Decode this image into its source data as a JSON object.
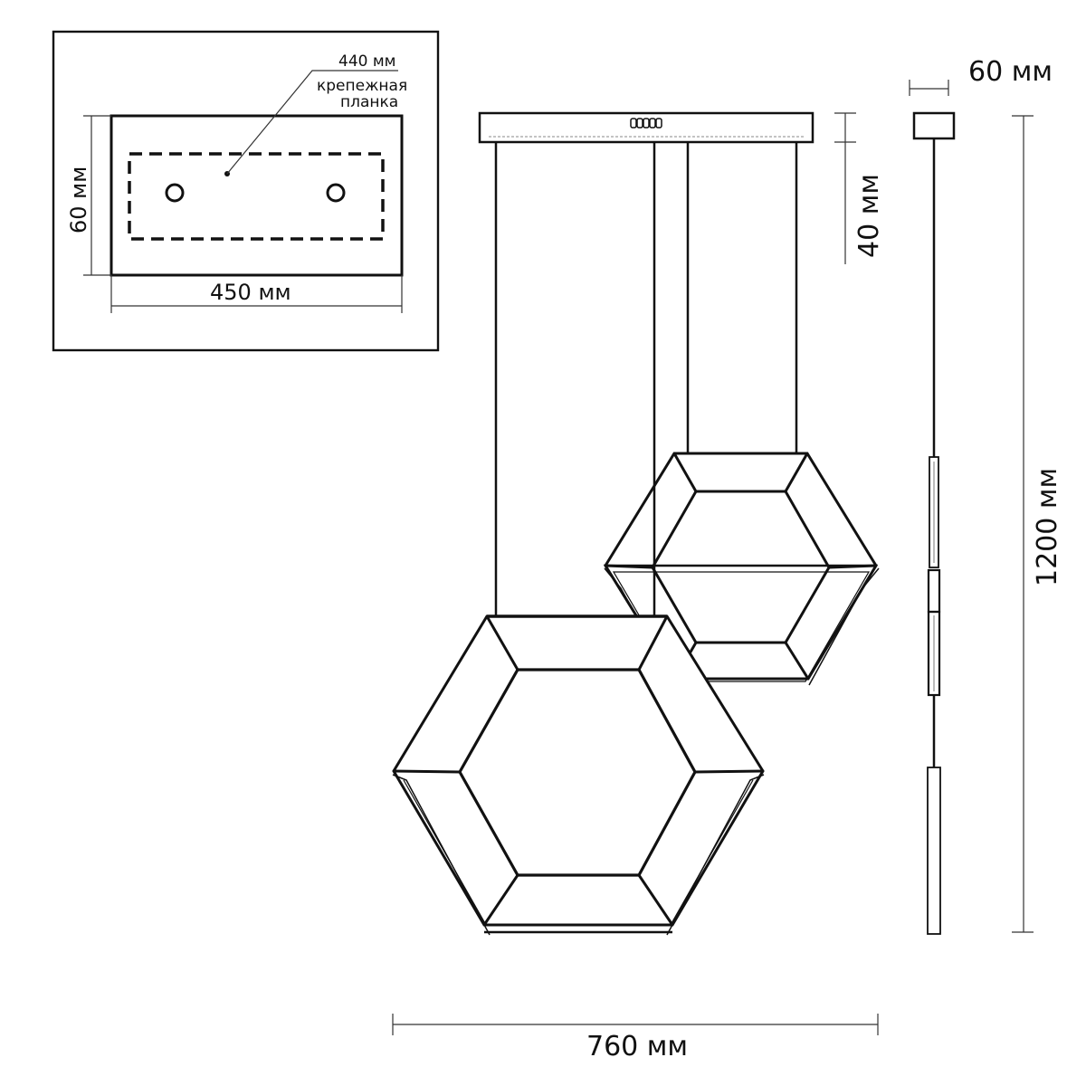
{
  "mount": {
    "dim_plate": "440 мм",
    "plate_label_line1": "крепежная",
    "plate_label_line2": "планка",
    "dim_height": "60 мм",
    "dim_width": "450 мм"
  },
  "front": {
    "dim_canopy_height": "40 мм",
    "dim_total_width": "760 мм"
  },
  "side": {
    "dim_canopy_width": "60 мм",
    "dim_total_height": "1200 мм"
  }
}
